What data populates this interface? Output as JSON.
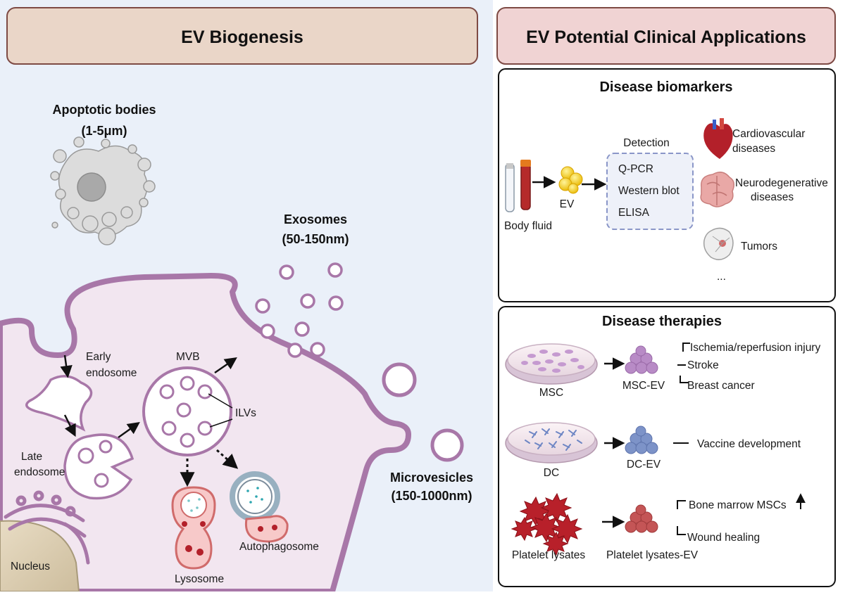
{
  "left": {
    "title": "EV Biogenesis",
    "apoptotic": {
      "name": "Apoptotic bodies",
      "size": "(1-5μm)"
    },
    "exosomes": {
      "name": "Exosomes",
      "size": "(50-150nm)"
    },
    "microvesicles": {
      "name": "Microvesicles",
      "size": "(150-1000nm)"
    },
    "labels": {
      "early_1": "Early",
      "early_2": "endosome",
      "late_1": "Late",
      "late_2": "endosome",
      "mvb": "MVB",
      "ilvs": "ILVs",
      "lysosome": "Lysosome",
      "autophagosome": "Autophagosome",
      "nucleus": "Nucleus"
    }
  },
  "right": {
    "title": "EV Potential Clinical Applications",
    "biomarkers": {
      "title": "Disease biomarkers",
      "body_fluid": "Body fluid",
      "ev": "EV",
      "detection": "Detection",
      "methods": [
        "Q-PCR",
        "Western blot",
        "ELISA"
      ],
      "disease_cardio_1": "Cardiovascular",
      "disease_cardio_2": "diseases",
      "disease_neuro_1": "Neurodegenerative",
      "disease_neuro_2": "diseases",
      "disease_tumor": "Tumors",
      "ellipsis": "..."
    },
    "therapies": {
      "title": "Disease therapies",
      "msc": "MSC",
      "msc_ev": "MSC-EV",
      "msc_uses": [
        "Ischemia/reperfusion injury",
        "Stroke",
        "Breast cancer"
      ],
      "dc": "DC",
      "dc_ev": "DC-EV",
      "dc_use": "Vaccine development",
      "platelet": "Platelet lysates",
      "platelet_ev": "Platelet lysates-EV",
      "platelet_uses": [
        "Bone marrow MSCs",
        "Wound healing"
      ]
    }
  },
  "colors": {
    "membrane": "#a877a8",
    "cell_fill": "#f2e6f0",
    "panel_bg": "#eaf0f9",
    "left_header": "#ead6c8",
    "right_header": "#f0d3d3",
    "msc_cluster": "#b88bc6",
    "dc_cluster": "#7d93c8",
    "platelet_cluster": "#c45556",
    "platelet": "#b8202a"
  }
}
